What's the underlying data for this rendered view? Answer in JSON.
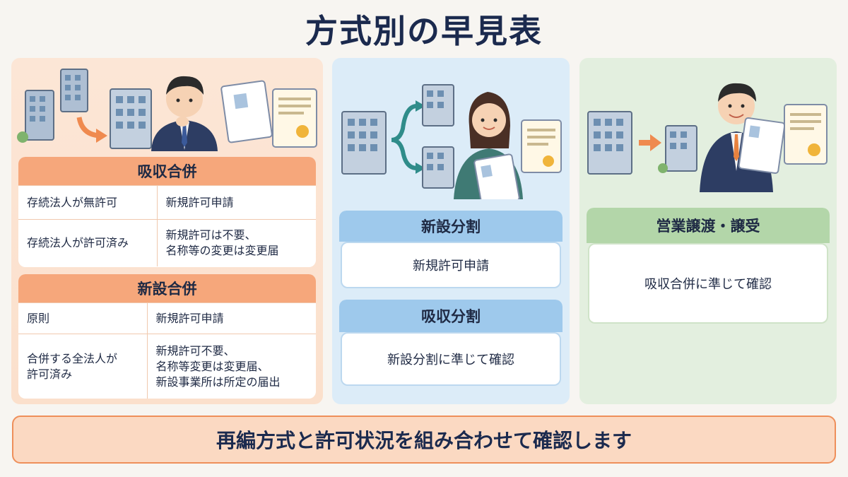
{
  "title": "方式別の早見表",
  "panels": {
    "absorption_merger": {
      "header": "吸収合併",
      "rows": [
        {
          "condition": "存続法人が無許可",
          "result": "新規許可申請"
        },
        {
          "condition": "存続法人が許可済み",
          "result": "新規許可は不要、\n名称等の変更は変更届"
        }
      ]
    },
    "new_merger": {
      "header": "新設合併",
      "rows": [
        {
          "condition": "原則",
          "result": "新規許可申請"
        },
        {
          "condition": "合併する全法人が\n許可済み",
          "result": "新規許可不要、\n名称等変更は変更届、\n新設事業所は所定の届出"
        }
      ]
    },
    "new_split": {
      "header": "新設分割",
      "body": "新規許可申請"
    },
    "absorption_split": {
      "header": "吸収分割",
      "body": "新設分割に準じて確認"
    },
    "business_transfer": {
      "header": "営業譲渡・譲受",
      "body": "吸収合併に準じて確認"
    }
  },
  "footer": "再編方式と許可状況を組み合わせて確認します",
  "colors": {
    "orange_panel": "#fbe3d2",
    "orange_header": "#f6a77b",
    "blue_panel": "#dcecf8",
    "blue_header": "#9ec9ec",
    "green_panel": "#e3efdf",
    "green_header": "#b3d6a9",
    "footer_border": "#ee8f5a",
    "text": "#1b2a4e"
  },
  "icons": [
    "office-building-icon",
    "arrow-right-icon",
    "businessman-thinking-icon",
    "certificate-icon",
    "branch-arrow-icon",
    "businesswoman-icon",
    "businessman-holding-certificate-icon"
  ]
}
